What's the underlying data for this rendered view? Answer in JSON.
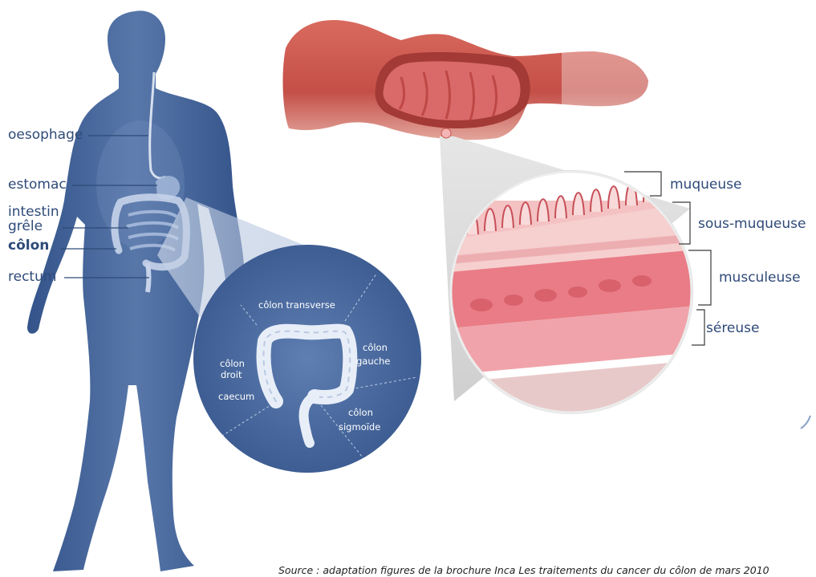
{
  "body_labels": {
    "oesophage": "oesophage",
    "estomac": "estomac",
    "intestin_line1": "intestin",
    "intestin_line2": "grêle",
    "colon": "côlon",
    "rectum": "rectum"
  },
  "colon_labels": {
    "transverse": "côlon transverse",
    "droit_line1": "côlon",
    "droit_line2": "droit",
    "gauche_line1": "côlon",
    "gauche_line2": "gauche",
    "caecum": "caecum",
    "sigmoide_line1": "côlon",
    "sigmoide_line2": "sigmoïde"
  },
  "wall_layers": {
    "muqueuse": "muqueuse",
    "sous_muqueuse": "sous-muqueuse",
    "musculeuse": "musculeuse",
    "sereuse": "séreuse"
  },
  "source": "Source : adaptation figures de la brochure Inca Les traitements du cancer du côlon de mars 2010",
  "colors": {
    "body": "#3d5d93",
    "body_light": "#8aa3c8",
    "label": "#2e4a78",
    "tissue": "#e9868a",
    "colon_outer": "#c8564f"
  }
}
